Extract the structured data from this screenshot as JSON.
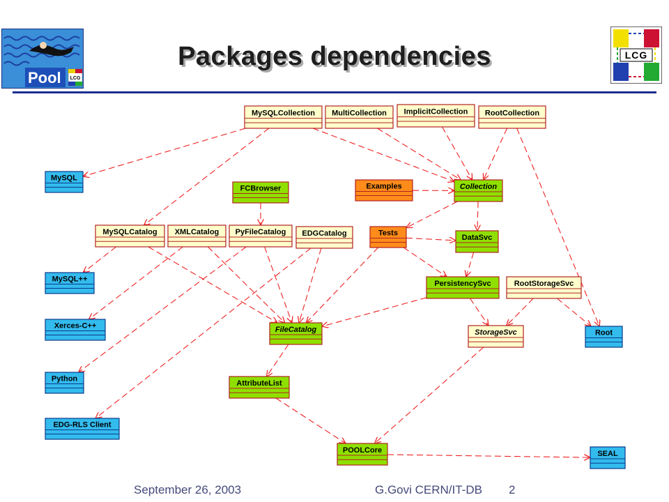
{
  "slide": {
    "title": "Packages dependencies",
    "footer_date": "September 26, 2003",
    "footer_author": "G.Govi CERN/IT-DB",
    "footer_page": "2"
  },
  "logos": {
    "pool_text": "Pool",
    "lcg_text": "LCG"
  },
  "colors": {
    "pool_package": "#ffffcc",
    "core_package": "#8fe000",
    "example_package": "#ff8c1a",
    "external_package": "#33bbee",
    "dependency_arrow": "#ee2222",
    "title_rule": "#1c2e8f"
  },
  "nodes": [
    {
      "id": "MySQLCollection",
      "label": "MySQLCollection",
      "kind": "pool"
    },
    {
      "id": "MultiCollection",
      "label": "MultiCollection",
      "kind": "pool"
    },
    {
      "id": "ImplicitCollection",
      "label": "ImplicitCollection",
      "kind": "pool"
    },
    {
      "id": "RootCollection",
      "label": "RootCollection",
      "kind": "pool"
    },
    {
      "id": "MySQL",
      "label": "MySQL",
      "kind": "external"
    },
    {
      "id": "FCBrowser",
      "label": "FCBrowser",
      "kind": "core"
    },
    {
      "id": "Examples",
      "label": "Examples",
      "kind": "example"
    },
    {
      "id": "Collection",
      "label": "Collection",
      "kind": "core",
      "italic": true
    },
    {
      "id": "MySQLCatalog",
      "label": "MySQLCatalog",
      "kind": "pool"
    },
    {
      "id": "XMLCatalog",
      "label": "XMLCatalog",
      "kind": "pool"
    },
    {
      "id": "PyFileCatalog",
      "label": "PyFileCatalog",
      "kind": "pool"
    },
    {
      "id": "EDGCatalog",
      "label": "EDGCatalog",
      "kind": "pool"
    },
    {
      "id": "Tests",
      "label": "Tests",
      "kind": "example"
    },
    {
      "id": "DataSvc",
      "label": "DataSvc",
      "kind": "core"
    },
    {
      "id": "MySQLpp",
      "label": "MySQL++",
      "kind": "external"
    },
    {
      "id": "PersistencySvc",
      "label": "PersistencySvc",
      "kind": "core"
    },
    {
      "id": "RootStorageSvc",
      "label": "RootStorageSvc",
      "kind": "pool"
    },
    {
      "id": "XercesC",
      "label": "Xerces-C++",
      "kind": "external"
    },
    {
      "id": "FileCatalog",
      "label": "FileCatalog",
      "kind": "core",
      "italic": true
    },
    {
      "id": "StorageSvc",
      "label": "StorageSvc",
      "kind": "pool",
      "italic": true
    },
    {
      "id": "Root",
      "label": "Root",
      "kind": "external"
    },
    {
      "id": "Python",
      "label": "Python",
      "kind": "external"
    },
    {
      "id": "AttributeList",
      "label": "AttributeList",
      "kind": "core"
    },
    {
      "id": "EDGRLS",
      "label": "EDG-RLS Client",
      "kind": "external"
    },
    {
      "id": "POOLCore",
      "label": "POOLCore",
      "kind": "core"
    },
    {
      "id": "SEAL",
      "label": "SEAL",
      "kind": "external"
    }
  ],
  "edges": [
    [
      "MySQLCollection",
      "MySQL"
    ],
    [
      "MySQLCollection",
      "Collection"
    ],
    [
      "MySQLCollection",
      "MySQLCatalog"
    ],
    [
      "MultiCollection",
      "Collection"
    ],
    [
      "ImplicitCollection",
      "Collection"
    ],
    [
      "RootCollection",
      "Collection"
    ],
    [
      "RootCollection",
      "Root"
    ],
    [
      "FCBrowser",
      "PyFileCatalog"
    ],
    [
      "Examples",
      "Collection"
    ],
    [
      "Collection",
      "DataSvc"
    ],
    [
      "Collection",
      "Tests"
    ],
    [
      "MySQLCatalog",
      "MySQLpp"
    ],
    [
      "MySQLCatalog",
      "FileCatalog"
    ],
    [
      "XMLCatalog",
      "XercesC"
    ],
    [
      "XMLCatalog",
      "FileCatalog"
    ],
    [
      "PyFileCatalog",
      "Python"
    ],
    [
      "PyFileCatalog",
      "FileCatalog"
    ],
    [
      "EDGCatalog",
      "EDGRLS"
    ],
    [
      "EDGCatalog",
      "FileCatalog"
    ],
    [
      "Tests",
      "FileCatalog"
    ],
    [
      "Tests",
      "DataSvc"
    ],
    [
      "Tests",
      "PersistencySvc"
    ],
    [
      "DataSvc",
      "PersistencySvc"
    ],
    [
      "PersistencySvc",
      "StorageSvc"
    ],
    [
      "PersistencySvc",
      "FileCatalog"
    ],
    [
      "RootStorageSvc",
      "StorageSvc"
    ],
    [
      "RootStorageSvc",
      "Root"
    ],
    [
      "FileCatalog",
      "AttributeList"
    ],
    [
      "StorageSvc",
      "POOLCore"
    ],
    [
      "AttributeList",
      "POOLCore"
    ],
    [
      "POOLCore",
      "SEAL"
    ]
  ]
}
